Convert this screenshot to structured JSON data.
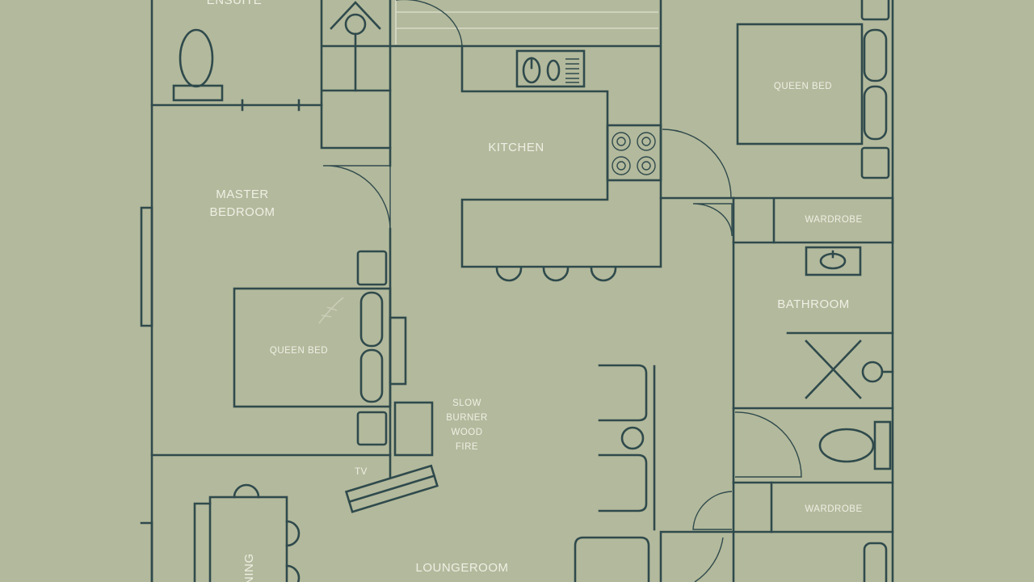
{
  "plan": {
    "rooms": {
      "ensuite": "ENSUITE",
      "kitchen": "KITCHEN",
      "master_line1": "MASTER",
      "master_line2": "BEDROOM",
      "queen_bed_master": "QUEEN BED",
      "queen_bed_second": "QUEEN BED",
      "wardrobe_top": "WARDROBE",
      "wardrobe_bottom": "WARDROBE",
      "bathroom": "BATHROOM",
      "fire_line1": "SLOW",
      "fire_line2": "BURNER",
      "fire_line3": "WOOD",
      "fire_line4": "FIRE",
      "tv": "TV",
      "loungeroom": "LOUNGEROOM",
      "dining": "DINING"
    },
    "colors": {
      "background": "#b3b99c",
      "walls": "#2f4a4c",
      "labels": "#eef0e4",
      "master_bed_fill": "#c2c6ad"
    }
  }
}
